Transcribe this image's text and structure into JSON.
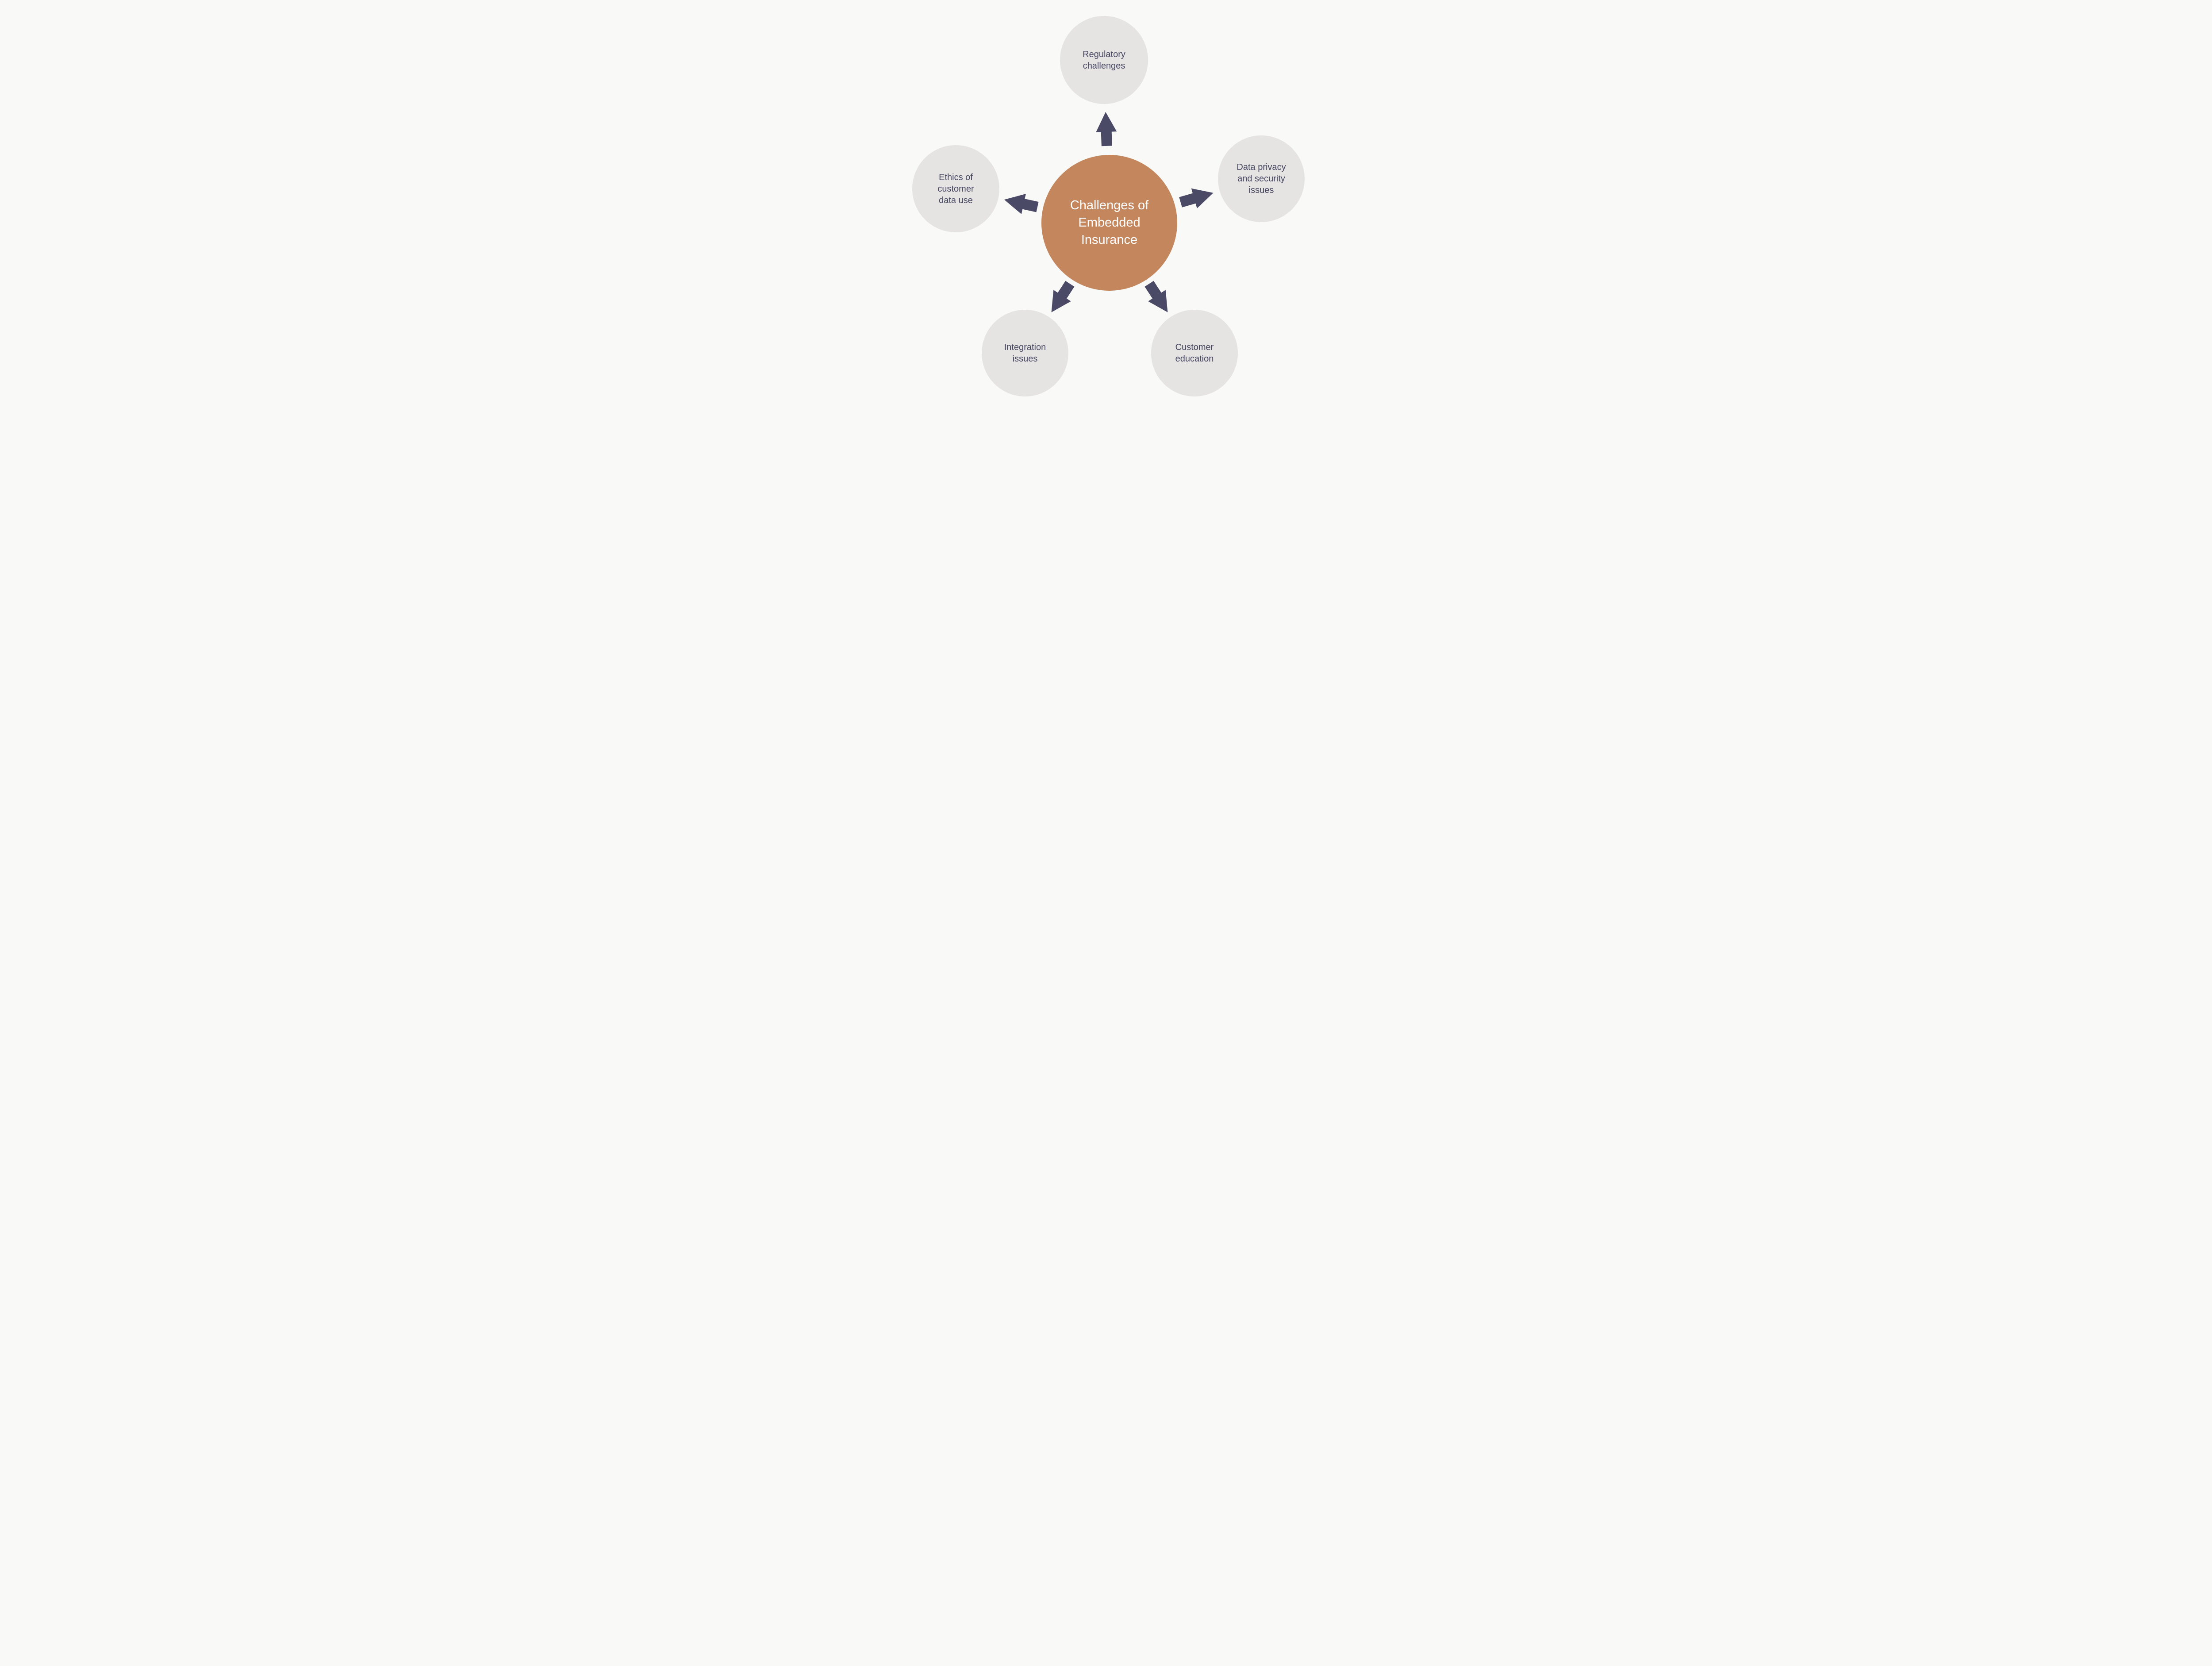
{
  "diagram": {
    "type": "hub-and-spoke",
    "colors": {
      "background": "#F9F9F8",
      "center_fill": "#C4865C",
      "center_text": "#FFFFFF",
      "node_fill": "#E5E4E3",
      "node_text": "#454560",
      "arrow_fill": "#4B4A66"
    },
    "center": {
      "label": "Challenges of Embedded Insurance",
      "lines": [
        "Challenges of",
        "Embedded",
        "Insurance"
      ]
    },
    "nodes": [
      {
        "id": "regulatory-challenges",
        "position": "top",
        "label": "Regulatory challenges",
        "lines": [
          "Regulatory",
          "challenges"
        ]
      },
      {
        "id": "data-privacy-and-security-issues",
        "position": "right",
        "label": "Data privacy and security issues",
        "lines": [
          "Data privacy",
          "and security",
          "issues"
        ]
      },
      {
        "id": "customer-education",
        "position": "bottom-right",
        "label": "Customer education",
        "lines": [
          "Customer",
          "education"
        ]
      },
      {
        "id": "integration-issues",
        "position": "bottom-left",
        "label": "Integration issues",
        "lines": [
          "Integration",
          "issues"
        ]
      },
      {
        "id": "ethics-of-customer-data-use",
        "position": "left",
        "label": "Ethics of customer data use",
        "lines": [
          "Ethics of",
          "customer",
          "data use"
        ]
      }
    ]
  }
}
